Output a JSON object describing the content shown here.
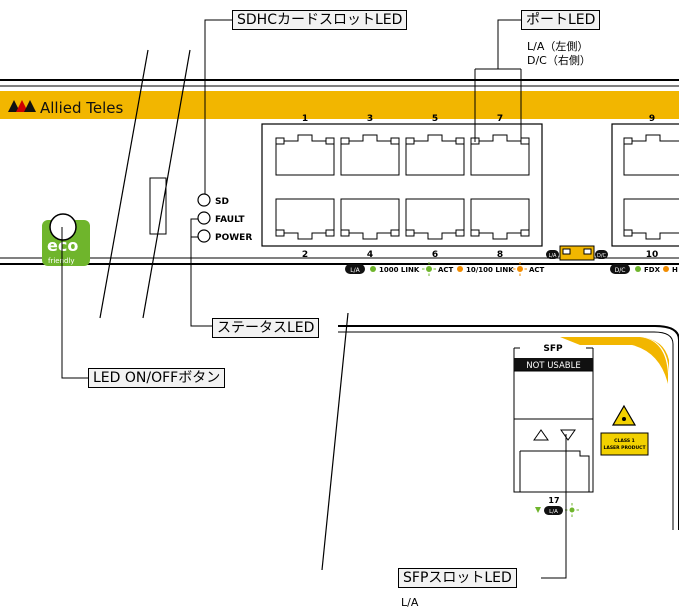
{
  "callouts": {
    "sdhc": "SDHCカードスロットLED",
    "port": "ポートLED",
    "status": "ステータスLED",
    "ledbtn": "LED ON/OFFボタン",
    "sfp": "SFPスロットLED"
  },
  "notes": {
    "port_la": "L/A（左側）",
    "port_dc": "D/C（右側）",
    "sfp_la": "L/A"
  },
  "brand": {
    "logo": "Allied Teles",
    "accent_color": "#f2b600"
  },
  "leds": {
    "sd": "SD",
    "fault": "FAULT",
    "power": "POWER"
  },
  "eco": {
    "line1": "eco",
    "line2": "friendly"
  },
  "ports": {
    "top": [
      "1",
      "3",
      "5",
      "7"
    ],
    "bottom": [
      "2",
      "4",
      "6",
      "8"
    ],
    "right_top": "9",
    "right_bottom": "10"
  },
  "legend": {
    "la": "L/A",
    "dc": "D/C",
    "link1000": "1000 LINK",
    "act1": "ACT",
    "link10100": "10/100 LINK",
    "act2": "ACT",
    "fdx": "FDX",
    "h": "H",
    "la_small": "L/A",
    "dc_small": "D/C"
  },
  "sfp": {
    "title": "SFP",
    "not_usable": "NOT USABLE",
    "port_num": "17",
    "la_badge": "L/A",
    "laser_line1": "CLASS 1",
    "laser_line2": "LASER PRODUCT"
  }
}
